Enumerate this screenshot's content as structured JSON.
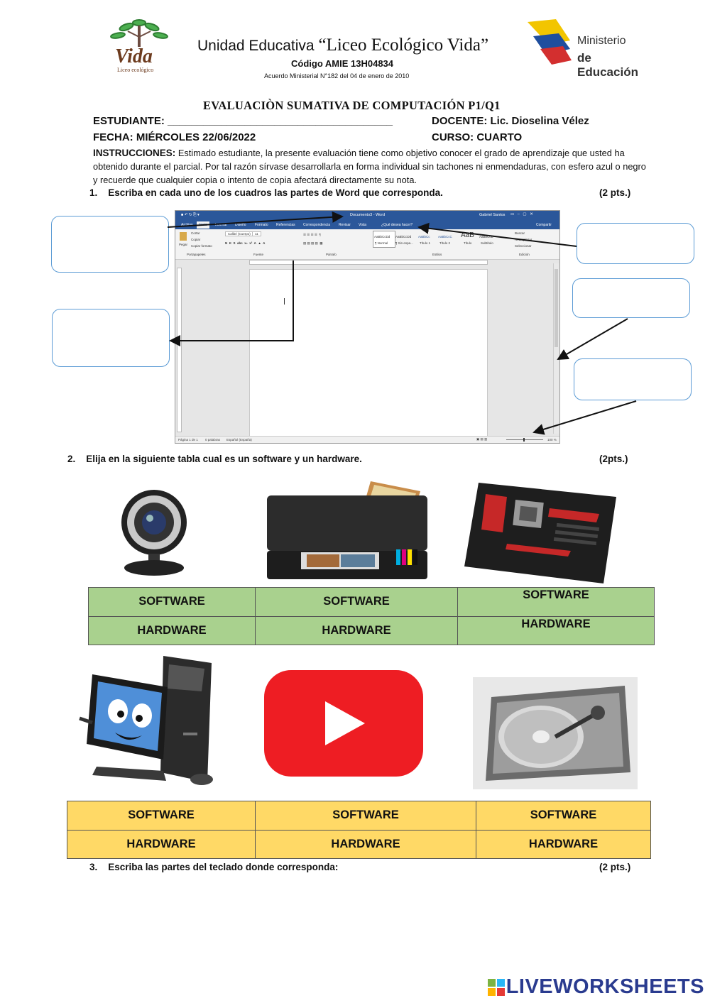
{
  "header": {
    "school_prefix": "Unidad Educativa",
    "school_name": "“Liceo Ecológico Vida”",
    "code": "Código AMIE 13H04834",
    "acuerdo": "Acuerdo Ministerial N°182 del 04 de enero de 2010",
    "logo_left_text": "Vida",
    "logo_left_sub": "Liceo ecológico",
    "ministry_line1": "Ministerio",
    "ministry_line2": "de Educación"
  },
  "exam": {
    "title": "EVALUACIÒN SUMATIVA DE COMPUTACIÓN P1/Q1",
    "student_label": "ESTUDIANTE: ______________________________________",
    "teacher_label": "DOCENTE: Lic. Dioselina Vélez",
    "date_label": "FECHA: MIÉRCOLES 22/06/2022",
    "course_label": "CURSO: CUARTO",
    "instructions_label": "INSTRUCCIONES:",
    "instructions_text": " Estimado estudiante, la presente evaluación tiene como objetivo conocer el grado de aprendizaje que usted ha obtenido durante el parcial. Por tal razón sírvase desarrollarla en forma individual sin tachones ni enmendaduras, con esfero azul o negro y recuerde que cualquier copia o intento de copia afectará directamente su nota."
  },
  "questions": {
    "q1": {
      "number": "1.",
      "text": "Escriba en cada uno de los cuadros las partes de Word que corresponda.",
      "points": "(2 pts.)"
    },
    "q2": {
      "number": "2.",
      "text": "Elija en la siguiente tabla cual es un software y un hardware.",
      "points": "(2pts.)"
    },
    "q3": {
      "number": "3.",
      "text": "Escriba las partes del teclado donde corresponda:",
      "points": "(2 pts.)"
    }
  },
  "word_window": {
    "title": "Documento3 - Word",
    "user": "Gabriel Santos",
    "tabs": [
      "Archivo",
      "Inicio",
      "Insertar",
      "Diseño",
      "Formato",
      "Referencias",
      "Correspondencia",
      "Revisar",
      "Vista"
    ],
    "tell_me": "¿Qué desea hacer?",
    "share": "Compartir",
    "paste": "Pegar",
    "clipboard": [
      "Cortar",
      "Copiar",
      "Copiar formato"
    ],
    "font_name": "Calibri (Cuerpo)",
    "font_size": "11",
    "styles": [
      {
        "sample": "AaBbCcDd",
        "name": "¶ Normal"
      },
      {
        "sample": "AaBbCcDd",
        "name": "¶ Sin espa..."
      },
      {
        "sample": "AaBbCc",
        "name": "Título 1"
      },
      {
        "sample": "AaBbCcC",
        "name": "Título 2"
      },
      {
        "sample": "AaB",
        "name": "Título"
      },
      {
        "sample": "AaBbCcD",
        "name": "Subtítulo"
      }
    ],
    "editing": [
      "Buscar",
      "Reemplazar",
      "Seleccionar"
    ],
    "groups": [
      "Portapapeles",
      "Fuente",
      "Párrafo",
      "Estilos",
      "Edición"
    ],
    "status_page": "Página 1 de 1",
    "status_words": "0 palabras",
    "status_lang": "Español (España)",
    "zoom": "100 %"
  },
  "table1": [
    [
      "SOFTWARE",
      "SOFTWARE",
      "SOFTWARE"
    ],
    [
      "HARDWARE",
      "HARDWARE",
      "HARDWARE"
    ]
  ],
  "table2": [
    [
      "SOFTWARE",
      "SOFTWARE",
      "SOFTWARE"
    ],
    [
      "HARDWARE",
      "HARDWARE",
      "HARDWARE"
    ]
  ],
  "footer": {
    "brand": "LIVEWORKSHEETS"
  },
  "colors": {
    "green_table": "#a9d18e",
    "yellow_table": "#ffd966",
    "answer_box_border": "#5b9bd5"
  }
}
